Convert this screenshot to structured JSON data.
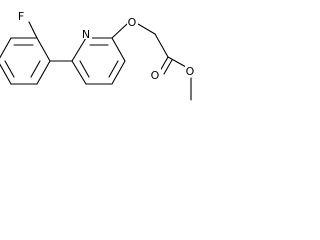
{
  "molecule": {
    "atoms": {
      "fluorine": "F",
      "nitrogen": "N",
      "ether_oxygen": "O",
      "carbonyl_oxygen": "O",
      "ester_oxygen": "O"
    }
  },
  "colors": {
    "background": "#ffffff",
    "bonds": "#000000",
    "labels": "#000000"
  }
}
